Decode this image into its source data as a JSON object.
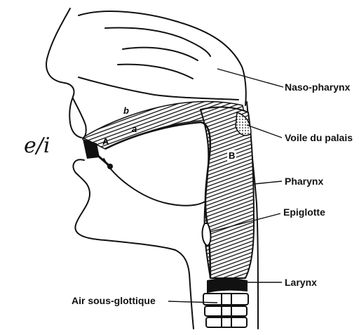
{
  "vowel": "e/i",
  "markers": {
    "a": "a",
    "b": "b",
    "A": "A",
    "B": "B"
  },
  "labels": {
    "naso_pharynx": "Naso-pharynx",
    "voile": "Voile du palais",
    "pharynx": "Pharynx",
    "epiglotte": "Epiglotte",
    "larynx": "Larynx",
    "air": "Air sous-glottique"
  },
  "colors": {
    "ink": "#111111",
    "paper": "#ffffff"
  }
}
